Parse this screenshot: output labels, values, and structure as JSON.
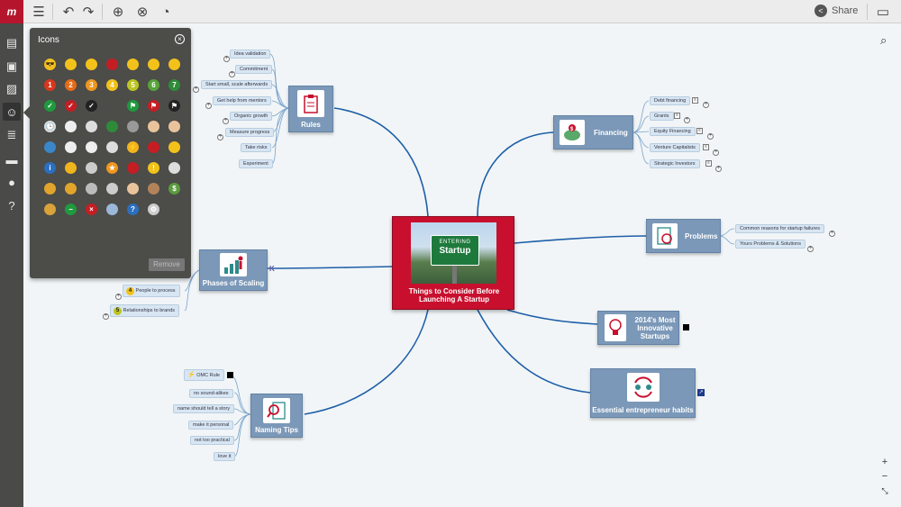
{
  "toolbar": {
    "share_label": "Share"
  },
  "icons_panel": {
    "title": "Icons",
    "remove_label": "Remove",
    "rows": [
      [
        {
          "n": "cool-face-icon",
          "c": "#f2c21b",
          "t": "😎"
        },
        {
          "n": "sleepy-face-icon",
          "c": "#f2c21b",
          "t": ""
        },
        {
          "n": "smile-face-icon",
          "c": "#f2c21b",
          "t": ""
        },
        {
          "n": "angry-face-icon",
          "c": "#c41e24",
          "t": ""
        },
        {
          "n": "surprised-face-icon",
          "c": "#f2c21b",
          "t": ""
        },
        {
          "n": "neutral-face-icon",
          "c": "#f2c21b",
          "t": ""
        },
        {
          "n": "happy-face-icon",
          "c": "#f2c21b",
          "t": ""
        }
      ],
      [
        {
          "n": "priority-1-icon",
          "c": "#d9371d",
          "t": "1"
        },
        {
          "n": "priority-2-icon",
          "c": "#e86a17",
          "t": "2"
        },
        {
          "n": "priority-3-icon",
          "c": "#f0961d",
          "t": "3"
        },
        {
          "n": "priority-4-icon",
          "c": "#f2c21b",
          "t": "4"
        },
        {
          "n": "priority-5-icon",
          "c": "#bcc521",
          "t": "5"
        },
        {
          "n": "priority-6-icon",
          "c": "#57a53a",
          "t": "6"
        },
        {
          "n": "priority-7-icon",
          "c": "#2f8c3a",
          "t": "7"
        }
      ],
      [
        {
          "n": "check-green-icon",
          "c": "#1f9a3e",
          "t": "✓"
        },
        {
          "n": "check-red-icon",
          "c": "#c41e24",
          "t": "✓"
        },
        {
          "n": "check-black-icon",
          "c": "#222",
          "t": "✓"
        },
        {
          "n": "empty-icon",
          "c": "transparent",
          "t": ""
        },
        {
          "n": "flag-green-icon",
          "c": "#1f9a3e",
          "t": "⚑"
        },
        {
          "n": "flag-red-icon",
          "c": "#c41e24",
          "t": "⚑"
        },
        {
          "n": "flag-black-icon",
          "c": "#222",
          "t": "⚑"
        }
      ],
      [
        {
          "n": "clock-icon",
          "c": "#ddd",
          "t": "🕒"
        },
        {
          "n": "calendar-icon",
          "c": "#eee",
          "t": ""
        },
        {
          "n": "alarm-icon",
          "c": "#ddd",
          "t": ""
        },
        {
          "n": "book-icon",
          "c": "#2d8b3a",
          "t": ""
        },
        {
          "n": "speaker-icon",
          "c": "#999",
          "t": ""
        },
        {
          "n": "thumbs-up-icon",
          "c": "#e8c39c",
          "t": ""
        },
        {
          "n": "thumbs-down-icon",
          "c": "#e8c39c",
          "t": ""
        }
      ],
      [
        {
          "n": "globe-icon",
          "c": "#3a86c8",
          "t": ""
        },
        {
          "n": "envelope-icon",
          "c": "#eee",
          "t": ""
        },
        {
          "n": "home-icon",
          "c": "#eee",
          "t": "⌂"
        },
        {
          "n": "magnifier-icon",
          "c": "#ddd",
          "t": ""
        },
        {
          "n": "lightning-icon",
          "c": "#f0b41d",
          "t": "⚡"
        },
        {
          "n": "broken-heart-icon",
          "c": "#c41e24",
          "t": ""
        },
        {
          "n": "lightbulb-icon",
          "c": "#f2c21b",
          "t": ""
        }
      ],
      [
        {
          "n": "info-icon",
          "c": "#2b6fc0",
          "t": "i"
        },
        {
          "n": "note-edit-icon",
          "c": "#f0b41d",
          "t": ""
        },
        {
          "n": "briefcase-icon",
          "c": "#ccc",
          "t": ""
        },
        {
          "n": "star-icon",
          "c": "#f0961d",
          "t": "★"
        },
        {
          "n": "no-entry-icon",
          "c": "#c41e24",
          "t": ""
        },
        {
          "n": "warning-icon",
          "c": "#f2c21b",
          "t": "!"
        },
        {
          "n": "refresh-icon",
          "c": "#ddd",
          "t": ""
        }
      ],
      [
        {
          "n": "lock-closed-icon",
          "c": "#e2a52b",
          "t": ""
        },
        {
          "n": "lock-open-icon",
          "c": "#e2a52b",
          "t": ""
        },
        {
          "n": "phone-icon",
          "c": "#bbb",
          "t": ""
        },
        {
          "n": "printer-icon",
          "c": "#ccc",
          "t": ""
        },
        {
          "n": "person-icon",
          "c": "#e8c39c",
          "t": ""
        },
        {
          "n": "justice-icon",
          "c": "#b2835a",
          "t": ""
        },
        {
          "n": "money-bag-icon",
          "c": "#5a9c3e",
          "t": "$"
        }
      ],
      [
        {
          "n": "broom-icon",
          "c": "#d9a23a",
          "t": ""
        },
        {
          "n": "minus-green-icon",
          "c": "#1f9a3e",
          "t": "−"
        },
        {
          "n": "cancel-red-icon",
          "c": "#c41e24",
          "t": "×"
        },
        {
          "n": "monitor-icon",
          "c": "#9bb8d8",
          "t": ""
        },
        {
          "n": "help-icon",
          "c": "#2b6fc0",
          "t": "?"
        },
        {
          "n": "settings-gear-icon",
          "c": "#ccc",
          "t": "⚙"
        },
        {
          "n": "empty-icon",
          "c": "transparent",
          "t": ""
        }
      ]
    ]
  },
  "central": {
    "sign_top": "ENTERING",
    "sign_bottom": "Startup",
    "title": "Things to Consider Before Launching A Startup"
  },
  "topics": {
    "rules": "Rules",
    "financing": "Financing",
    "problems": "Problems",
    "innovative": "2014's Most Innovative Startups",
    "habits": "Essential entrepreneur habits",
    "naming": "Naming Tips",
    "scaling": "Phases of Scaling"
  },
  "rules_subs": [
    "Idea validation",
    "Commitment",
    "Start small, scale afterwards",
    "Get help from mentors",
    "Organic growth",
    "Measure progress",
    "Take risks",
    "Experiment"
  ],
  "financing_subs": [
    "Debt financing",
    "Grants",
    "Equity Financing",
    "Venture Capitalists",
    "Strategic Investors"
  ],
  "problems_subs": [
    "Common reasons for startup failures",
    "Yours Problems & Solutions"
  ],
  "naming_subs": [
    "OMC Rule",
    "no sound-alikes",
    "name should tell a story",
    "make it personal",
    "not too practical",
    "love it"
  ],
  "scaling_subs": [
    {
      "num": "4",
      "label": "People to process"
    },
    {
      "num": "5",
      "label": "Relationships to brands"
    }
  ]
}
